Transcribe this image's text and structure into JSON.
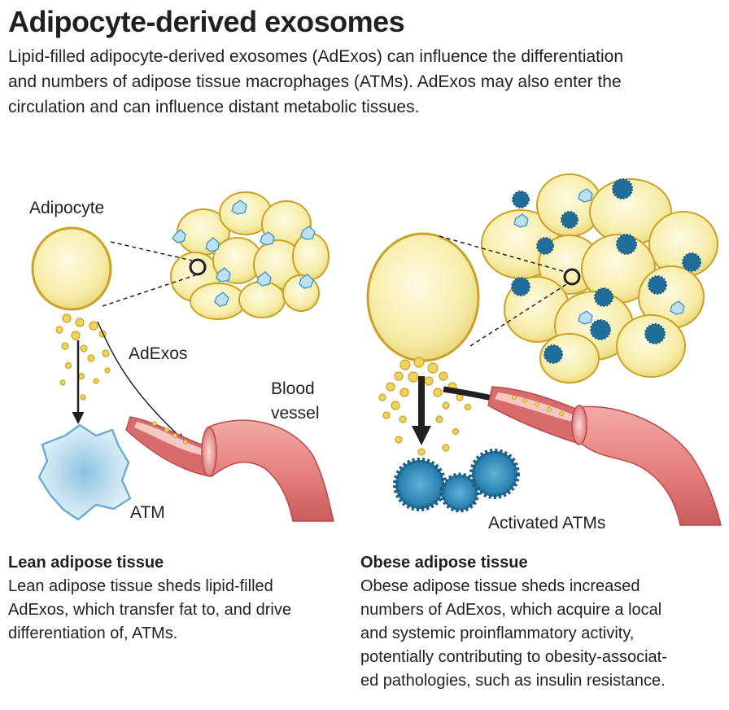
{
  "title": "Adipocyte-derived exosomes",
  "intro_lines": [
    "Lipid-filled adipocyte-derived exosomes (AdExos) can influence the differentiation",
    "and numbers of adipose tissue macrophages (ATMs). AdExos may also enter the",
    "circulation and can influence distant metabolic tissues."
  ],
  "labels": {
    "adipocyte": "Adipocyte",
    "adexos": "AdExos",
    "blood_vessel_line1": "Blood",
    "blood_vessel_line2": "vessel",
    "atm": "ATM",
    "activated_atms": "Activated ATMs"
  },
  "lean": {
    "heading": "Lean adipose tissue",
    "lines": [
      "Lean adipose tissue sheds lipid-filled",
      "AdExos, which transfer fat to, and drive",
      "differentiation of, ATMs."
    ]
  },
  "obese": {
    "heading": "Obese adipose tissue",
    "lines": [
      "Obese adipose tissue sheds increased",
      "numbers of AdExos, which acquire a local",
      "and systemic proinflammatory activity,",
      "potentially contributing to obesity-associat-",
      "ed pathologies, such as insulin resistance."
    ]
  },
  "colors": {
    "fat_fill": "#f7efb4",
    "fat_stroke": "#c9a227",
    "exosome": "#efd35c",
    "vessel": "#e57e7e",
    "vessel_dark": "#b94a4a",
    "macrophage_light": "#c7e3f1",
    "macrophage_dark": "#4a9ec8",
    "activated_spike": "#1d6e98"
  }
}
